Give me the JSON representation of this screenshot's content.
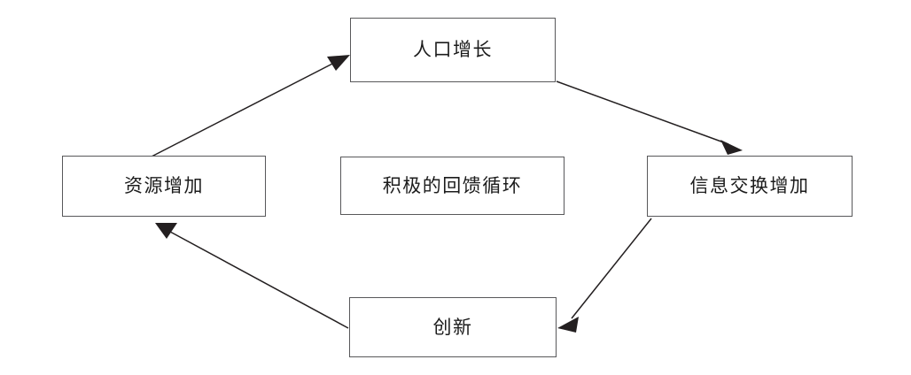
{
  "diagram": {
    "title": "积极的回馈循环",
    "type": "cycle-diagram",
    "colors": {
      "box_border": "#58585a",
      "text": "#1c1c1c",
      "arrow": "#231f20",
      "background": "#ffffff"
    },
    "nodes": [
      {
        "id": "population",
        "label": "人口增长",
        "position": "top"
      },
      {
        "id": "information",
        "label": "信息交换增加",
        "position": "right"
      },
      {
        "id": "innovation",
        "label": "创新",
        "position": "bottom"
      },
      {
        "id": "resources",
        "label": "资源增加",
        "position": "left"
      },
      {
        "id": "loop",
        "label": "积极的回馈循环",
        "position": "center"
      }
    ],
    "edges": [
      {
        "id": "resources-to-population",
        "from": "resources",
        "to": "population",
        "arrowhead": "to"
      },
      {
        "id": "population-to-information",
        "from": "population",
        "to": "information",
        "arrowhead": "to"
      },
      {
        "id": "information-to-innovation",
        "from": "information",
        "to": "innovation",
        "arrowhead": "to"
      },
      {
        "id": "innovation-to-resources",
        "from": "innovation",
        "to": "resources",
        "arrowhead": "to"
      }
    ]
  }
}
